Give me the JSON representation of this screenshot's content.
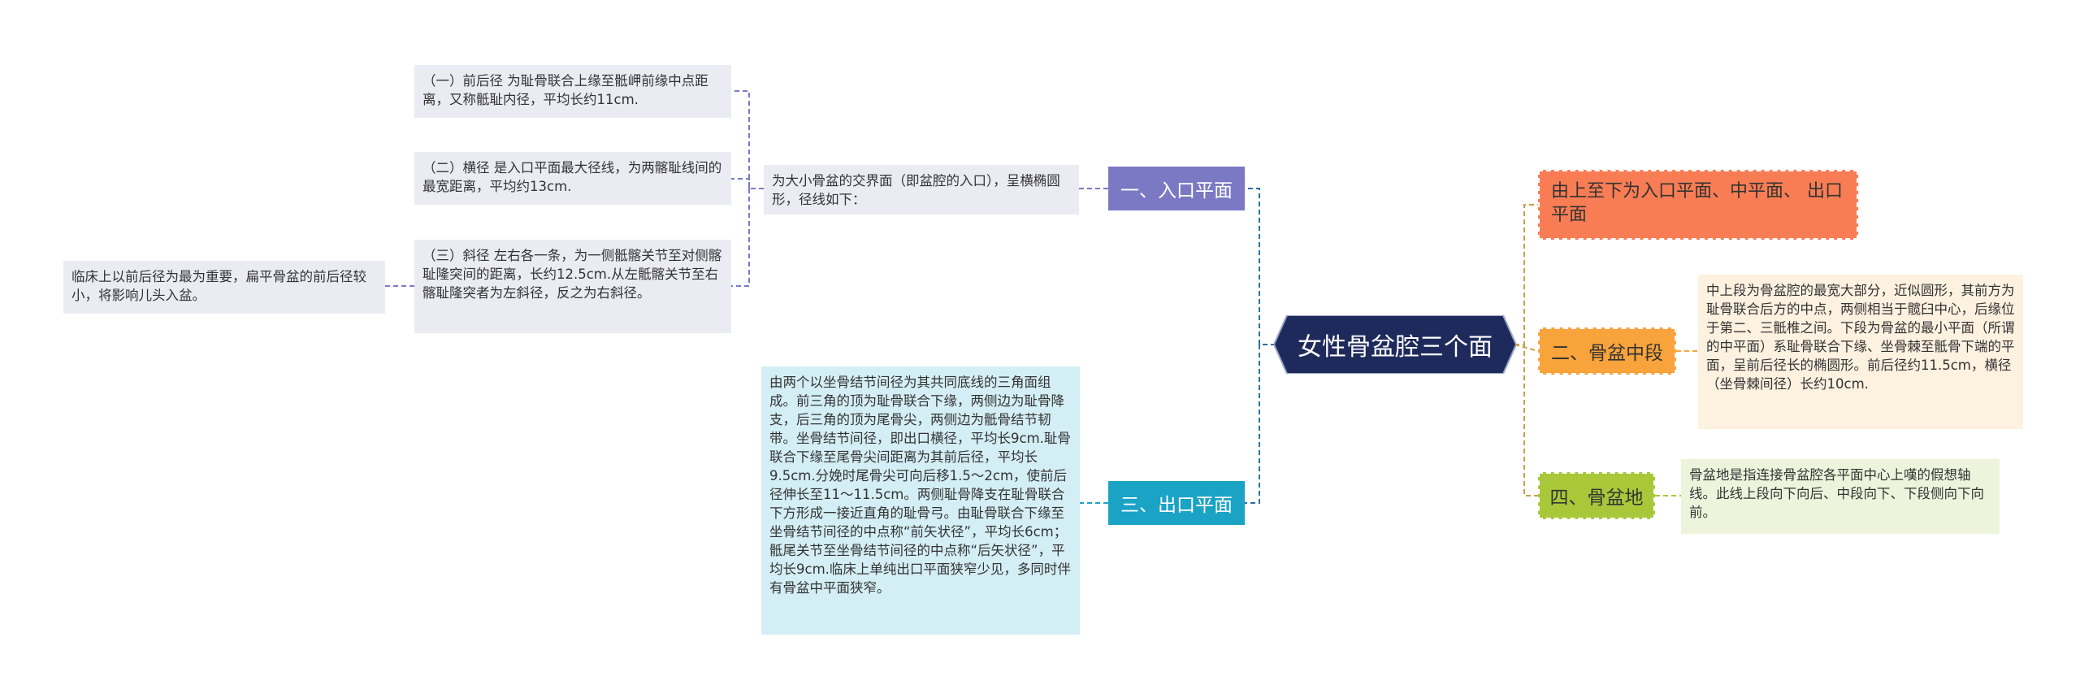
{
  "root": {
    "label": "女性骨盆腔三个面"
  },
  "branches": {
    "entry": {
      "label": "一、入口平面"
    },
    "outlet": {
      "label": "三、出口平面"
    },
    "mid": {
      "label": "二、骨盆中段"
    },
    "floor": {
      "label": "四、骨盆地"
    },
    "top": {
      "label": "由上至下为入口平面、中平面、 出口平面"
    }
  },
  "notes": {
    "entry_desc": "为大小骨盆的交界面（即盆腔的入口），呈横椭圆形，径线如下：",
    "anteroposterior": "（一）前后径 为耻骨联合上缘至骶岬前缘中点距离，又称骶耻内径，平均长约11cm.",
    "transverse": "（二）横径 是入口平面最大径线，为两髂耻线间的最宽距离，平均约13cm.",
    "oblique": "（三）斜径 左右各一条，为一侧骶髂关节至对侧髂耻隆突间的距离，长约12.5cm.从左骶髂关节至右髂耻隆突者为左斜径，反之为右斜径。",
    "clinical": "临床上以前后径为最为重要，扁平骨盆的前后径较小，将影响儿头入盆。",
    "outlet_desc": "由两个以坐骨结节间径为其共同底线的三角面组成。前三角的顶为耻骨联合下缘，两侧边为耻骨降支，后三角的顶为尾骨尖，两侧边为骶骨结节韧带。坐骨结节间径，即出口横径，平均长9cm.耻骨联合下缘至尾骨尖间距离为其前后径，平均长9.5cm.分娩时尾骨尖可向后移1.5～2cm，使前后径伸长至11～11.5cm。两侧耻骨降支在耻骨联合下方形成一接近直角的耻骨弓。由耻骨联合下缘至坐骨结节间径的中点称“前矢状径”，平均长6cm；骶尾关节至坐骨结节间径的中点称“后矢状径”，平均长9cm.临床上单纯出口平面狭窄少见，多同时伴有骨盆中平面狭窄。",
    "mid_desc": "中上段为骨盆腔的最宽大部分，近似圆形，其前方为耻骨联合后方的中点，两侧相当于髋臼中心，后缘位于第二、三骶椎之间。下段为骨盆的最小平面（所谓的中平面）系耻骨联合下缘、坐骨棘至骶骨下端的平面，呈前后径长的椭圆形。前后径约11.5cm，横径（坐骨棘间径）长约10cm.",
    "axis_desc": "骨盆地是指连接骨盆腔各平面中心上嘆的假想轴线。此线上段向下向后、中段向下、下段侧向下向前。"
  },
  "colors": {
    "root": "#1f2a5c",
    "entry": "#7b79c4",
    "outlet": "#1ba3c6",
    "mid": "#f9a33c",
    "floor": "#a8c83a",
    "top": "#f87d54"
  }
}
